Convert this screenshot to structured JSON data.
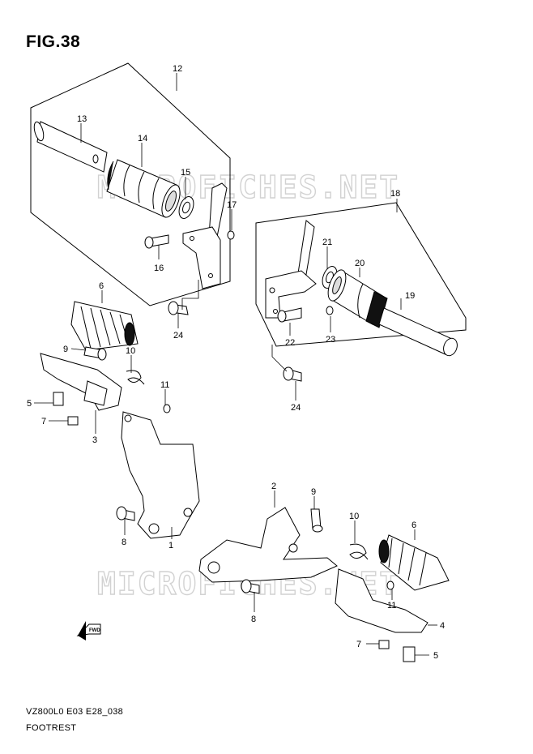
{
  "figure": {
    "title": "FIG.38",
    "model_code": "VZ800L0 E03 E28_038",
    "group_name": "FOOTREST",
    "watermark": "MICROFICHES.NET",
    "fwd_label": "FWD"
  },
  "callouts": [
    {
      "id": "c12",
      "label": "12"
    },
    {
      "id": "c13",
      "label": "13"
    },
    {
      "id": "c14",
      "label": "14"
    },
    {
      "id": "c15",
      "label": "15"
    },
    {
      "id": "c17",
      "label": "17"
    },
    {
      "id": "c16",
      "label": "16"
    },
    {
      "id": "c24a",
      "label": "24"
    },
    {
      "id": "c18",
      "label": "18"
    },
    {
      "id": "c21",
      "label": "21"
    },
    {
      "id": "c20",
      "label": "20"
    },
    {
      "id": "c19",
      "label": "19"
    },
    {
      "id": "c22",
      "label": "22"
    },
    {
      "id": "c23",
      "label": "23"
    },
    {
      "id": "c24b",
      "label": "24"
    },
    {
      "id": "c6a",
      "label": "6"
    },
    {
      "id": "c9a",
      "label": "9"
    },
    {
      "id": "c10a",
      "label": "10"
    },
    {
      "id": "c11a",
      "label": "11"
    },
    {
      "id": "c5a",
      "label": "5"
    },
    {
      "id": "c7a",
      "label": "7"
    },
    {
      "id": "c3",
      "label": "3"
    },
    {
      "id": "c8a",
      "label": "8"
    },
    {
      "id": "c1",
      "label": "1"
    },
    {
      "id": "c2",
      "label": "2"
    },
    {
      "id": "c9b",
      "label": "9"
    },
    {
      "id": "c10b",
      "label": "10"
    },
    {
      "id": "c6b",
      "label": "6"
    },
    {
      "id": "c8b",
      "label": "8"
    },
    {
      "id": "c11b",
      "label": "11"
    },
    {
      "id": "c4",
      "label": "4"
    },
    {
      "id": "c7b",
      "label": "7"
    },
    {
      "id": "c5b",
      "label": "5"
    }
  ]
}
